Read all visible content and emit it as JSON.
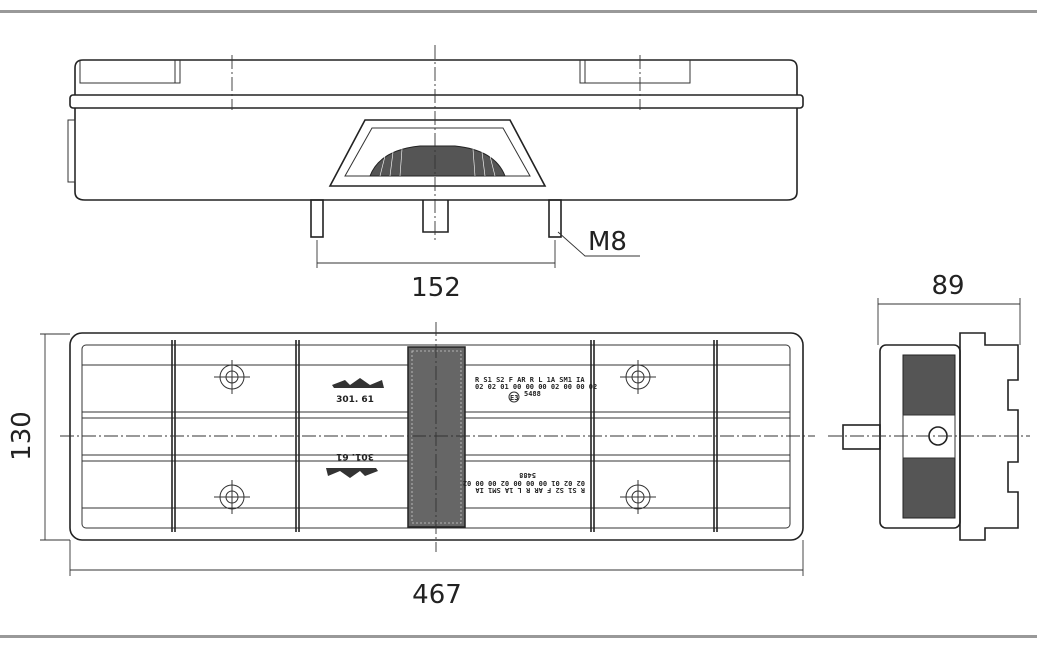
{
  "dimensions": {
    "stud_spacing": "152",
    "thread": "M8",
    "depth": "89",
    "height": "130",
    "length": "467"
  },
  "markings": {
    "part_number": "301. 61",
    "codes_top": "R  S1 S2 F  AR R  L  1A SM1 IA",
    "codes_bottom": "02 02 01 00 00 00 02 00 00 02",
    "approval_mark": "E3",
    "approval_number": "5488"
  },
  "colors": {
    "frame": "#999999",
    "line": "#222222"
  }
}
